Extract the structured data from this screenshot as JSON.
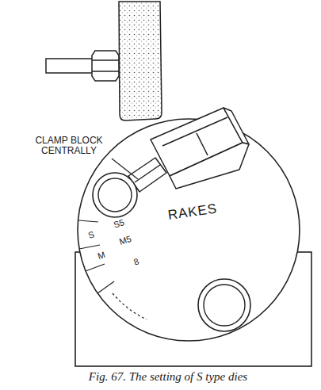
{
  "diagram": {
    "caption": "Fig. 67.  The setting of S type dies",
    "labels": [
      "CLAMP BLOCK CENTRALLY",
      "RAKES",
      "S5",
      "S",
      "M5",
      "M",
      "8"
    ]
  }
}
